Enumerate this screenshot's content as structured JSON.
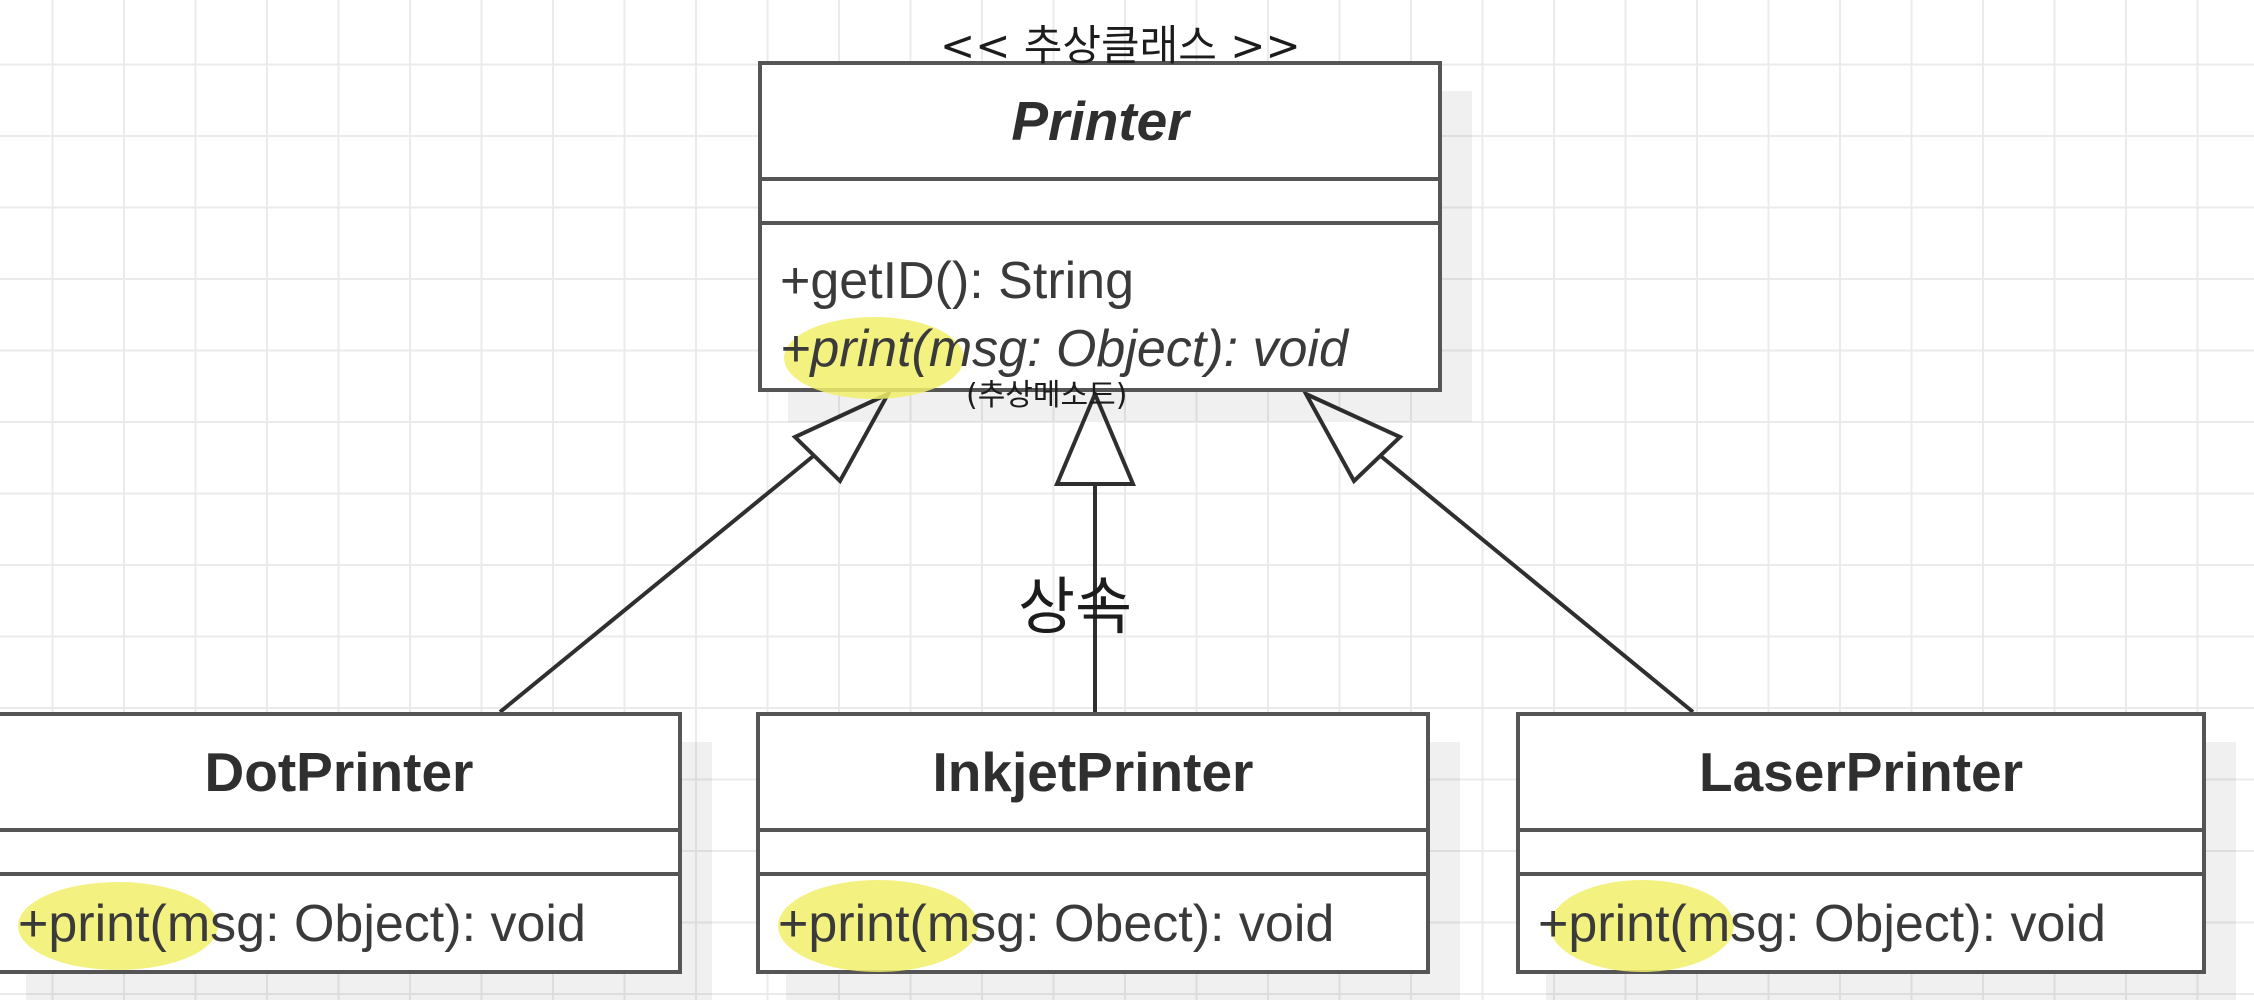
{
  "annotations": {
    "stereotype": "<< 추상클래스 >>",
    "abstract_method_note": "(추상메소드)",
    "inheritance_note": "상속"
  },
  "classes": {
    "printer": {
      "name": "Printer",
      "operations": [
        "+getID(): String",
        "+print(msg: Object): void"
      ]
    },
    "dot": {
      "name": "DotPrinter",
      "operation": "+print(msg: Object): void"
    },
    "inkjet": {
      "name": "InkjetPrinter",
      "operation": "+print(msg: Obect): void"
    },
    "laser": {
      "name": "LaserPrinter",
      "operation": "+print(msg: Object): void"
    }
  },
  "colors": {
    "highlight": "#f1ee6a",
    "border": "#555555",
    "grid": "#ebebeb"
  }
}
